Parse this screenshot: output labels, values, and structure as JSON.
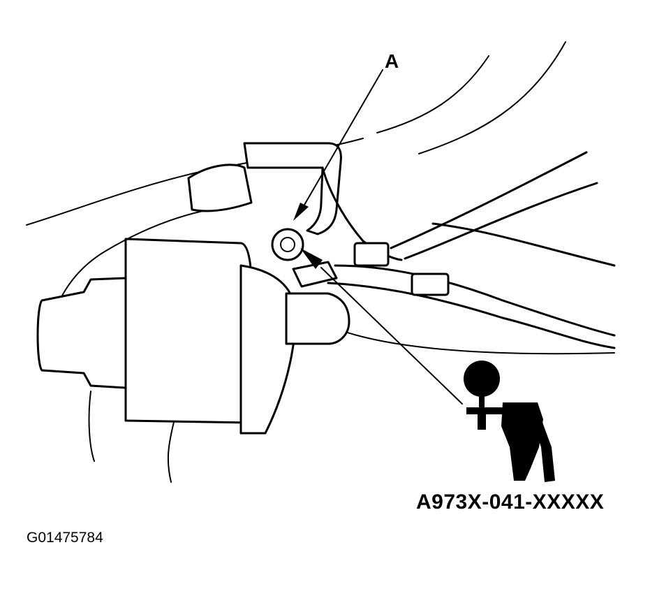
{
  "figure": {
    "callout_label": "A",
    "tool_part_number": "A973X-041-XXXXX",
    "figure_id": "G01475784"
  },
  "icons": {
    "pressure_gauge": "pressure-gauge-icon",
    "drawing": "brake-caliper-bleeder-line-drawing"
  },
  "colors": {
    "ink": "#000000",
    "paper": "#ffffff"
  }
}
